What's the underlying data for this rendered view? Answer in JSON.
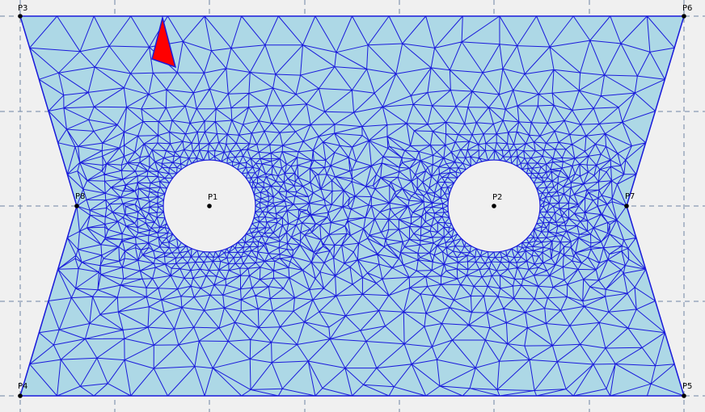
{
  "points": [
    {
      "id": "P1",
      "label": "P1"
    },
    {
      "id": "P2",
      "label": "P2"
    },
    {
      "id": "P3",
      "label": "P3"
    },
    {
      "id": "P4",
      "label": "P4"
    },
    {
      "id": "P5",
      "label": "P5"
    },
    {
      "id": "P6",
      "label": "P6"
    },
    {
      "id": "P7",
      "label": "P7"
    },
    {
      "id": "P8",
      "label": "P8"
    }
  ],
  "colors": {
    "background": "#f0f0f0",
    "mesh_fill": "#add8e6",
    "mesh_edge": "#1a1adb",
    "selected_element": "#ff0000",
    "grid": "#6e84a3",
    "point": "#000000"
  },
  "mesh": {
    "type": "triangular",
    "holes": 2,
    "selected_elements": 1
  }
}
